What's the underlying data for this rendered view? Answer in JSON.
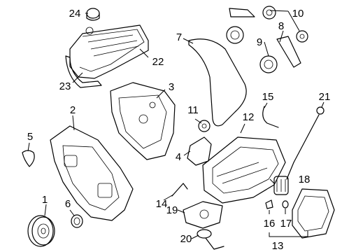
{
  "callouts": [
    {
      "id": "c1",
      "text": "1"
    },
    {
      "id": "c2",
      "text": "2"
    },
    {
      "id": "c3",
      "text": "3"
    },
    {
      "id": "c4",
      "text": "4"
    },
    {
      "id": "c5",
      "text": "5"
    },
    {
      "id": "c6",
      "text": "6"
    },
    {
      "id": "c7",
      "text": "7"
    },
    {
      "id": "c8",
      "text": "8"
    },
    {
      "id": "c9",
      "text": "9"
    },
    {
      "id": "c10",
      "text": "10"
    },
    {
      "id": "c11",
      "text": "11"
    },
    {
      "id": "c12",
      "text": "12"
    },
    {
      "id": "c13",
      "text": "13"
    },
    {
      "id": "c14",
      "text": "14"
    },
    {
      "id": "c15",
      "text": "15"
    },
    {
      "id": "c16",
      "text": "16"
    },
    {
      "id": "c17",
      "text": "17"
    },
    {
      "id": "c18",
      "text": "18"
    },
    {
      "id": "c19",
      "text": "19"
    },
    {
      "id": "c20",
      "text": "20"
    },
    {
      "id": "c21",
      "text": "21"
    },
    {
      "id": "c22",
      "text": "22"
    },
    {
      "id": "c23",
      "text": "23"
    },
    {
      "id": "c24",
      "text": "24"
    }
  ]
}
